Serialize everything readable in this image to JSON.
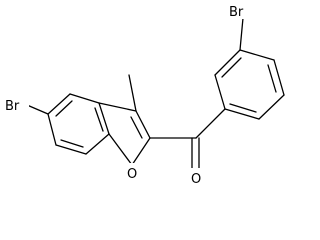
{
  "molecule": {
    "atom_labels": {
      "br_right": "Br",
      "br_left": "Br",
      "oxygen_carbonyl": "O",
      "oxygen_ring": "O"
    },
    "line_color": "#000000",
    "background_color": "#ffffff"
  }
}
